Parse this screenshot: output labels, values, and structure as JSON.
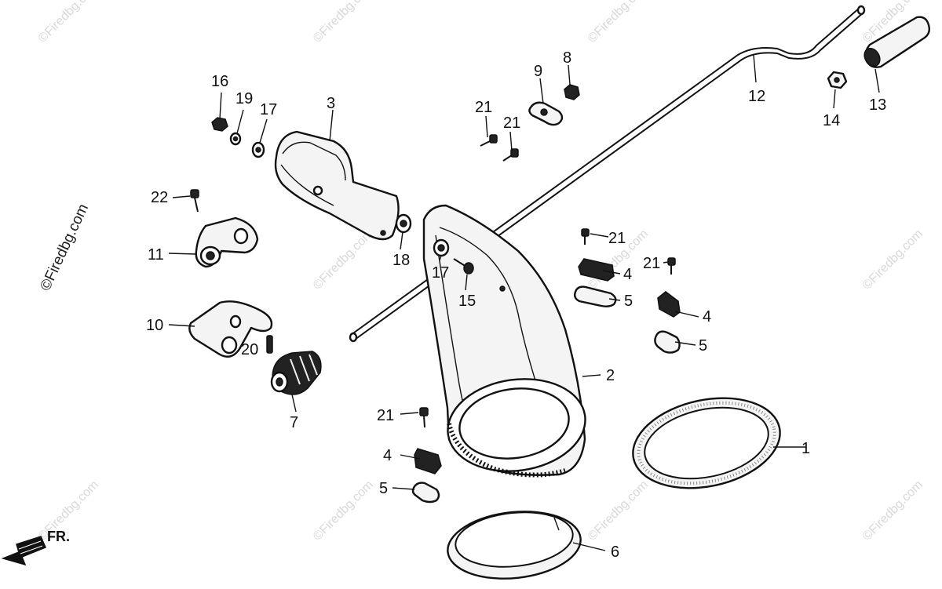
{
  "watermark": "©Firedbg.com",
  "direction_label": "FR.",
  "callouts": {
    "c1": "1",
    "c2": "2",
    "c3": "3",
    "c4a": "4",
    "c4b": "4",
    "c4c": "4",
    "c5a": "5",
    "c5b": "5",
    "c5c": "5",
    "c6": "6",
    "c7": "7",
    "c8": "8",
    "c9": "9",
    "c10": "10",
    "c11": "11",
    "c12": "12",
    "c13": "13",
    "c14": "14",
    "c15": "15",
    "c16": "16",
    "c17a": "17",
    "c17b": "17",
    "c18": "18",
    "c19": "19",
    "c20": "20",
    "c21a": "21",
    "c21b": "21",
    "c21c": "21",
    "c21d": "21",
    "c21e": "21",
    "c22": "22"
  }
}
